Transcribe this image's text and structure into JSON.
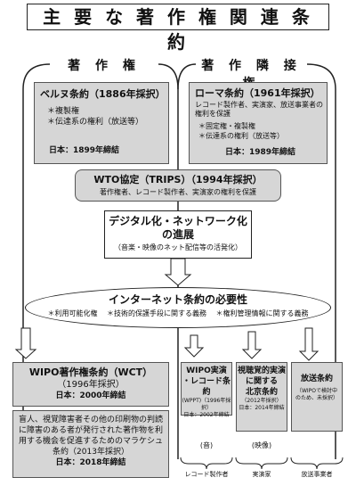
{
  "title": "主 要 な 著 作 権 関 連 条 約",
  "columns": {
    "left": "著 作 権",
    "right": "著 作 隣 接 権"
  },
  "berne": {
    "name": "ベルヌ条約（1886年採択）",
    "items": [
      "＊複製権",
      "＊伝達系の権利（放送等）"
    ],
    "japan": "日本：1899年締結"
  },
  "rome": {
    "name": "ローマ条約（1961年採択）",
    "desc": "レコード製作者、実演家、放送事業者の権利を保護",
    "items": [
      "＊固定権・複製権",
      "＊伝達系の権利（放送等）"
    ],
    "japan": "日本：1989年締結"
  },
  "wto": {
    "name": "WTO協定（TRIPS）（1994年採択）",
    "desc": "著作権者、レコード製作者、実演家の権利を保護"
  },
  "digital": {
    "line1": "デジタル化・ネットワーク化",
    "line2": "の進展",
    "sub": "（音楽・映像のネット配信等の活発化）"
  },
  "internet": {
    "name": "インターネット条約の必要性",
    "items": [
      "＊利用可能化権",
      "＊技術的保護手段に関する義務",
      "＊権利管理情報に関する義務"
    ]
  },
  "wct": {
    "name": "WIPO著作権条約（WCT）",
    "year": "（1996年採択）",
    "japan": "日本：2000年締結"
  },
  "marrakesh": {
    "text": "盲人、視覚障害者その他の印刷物の判読に障害のある者が発行された著作物を利用する機会を促進するためのマラケシュ条約（2013年採択）",
    "japan": "日本：2018年締結"
  },
  "wppt": {
    "line1": "WIPO実演",
    "line2": "・レコード条約",
    "sub": "(WPPT)（1996年採択）",
    "japan": "日本：2002年締結",
    "note": "(音)"
  },
  "beijing": {
    "line1": "視聴覚的実演",
    "line2": "に関する",
    "line3": "北京条約",
    "year": "（2012年採択）",
    "japan": "日本：2014年締結",
    "note": "(映像)"
  },
  "broadcast": {
    "name": "放送条約",
    "sub": "（WIPOで検討中のため、未採択）"
  },
  "bottom": {
    "a": "レコード製作者",
    "b": "実演家",
    "c": "放送事業者"
  }
}
